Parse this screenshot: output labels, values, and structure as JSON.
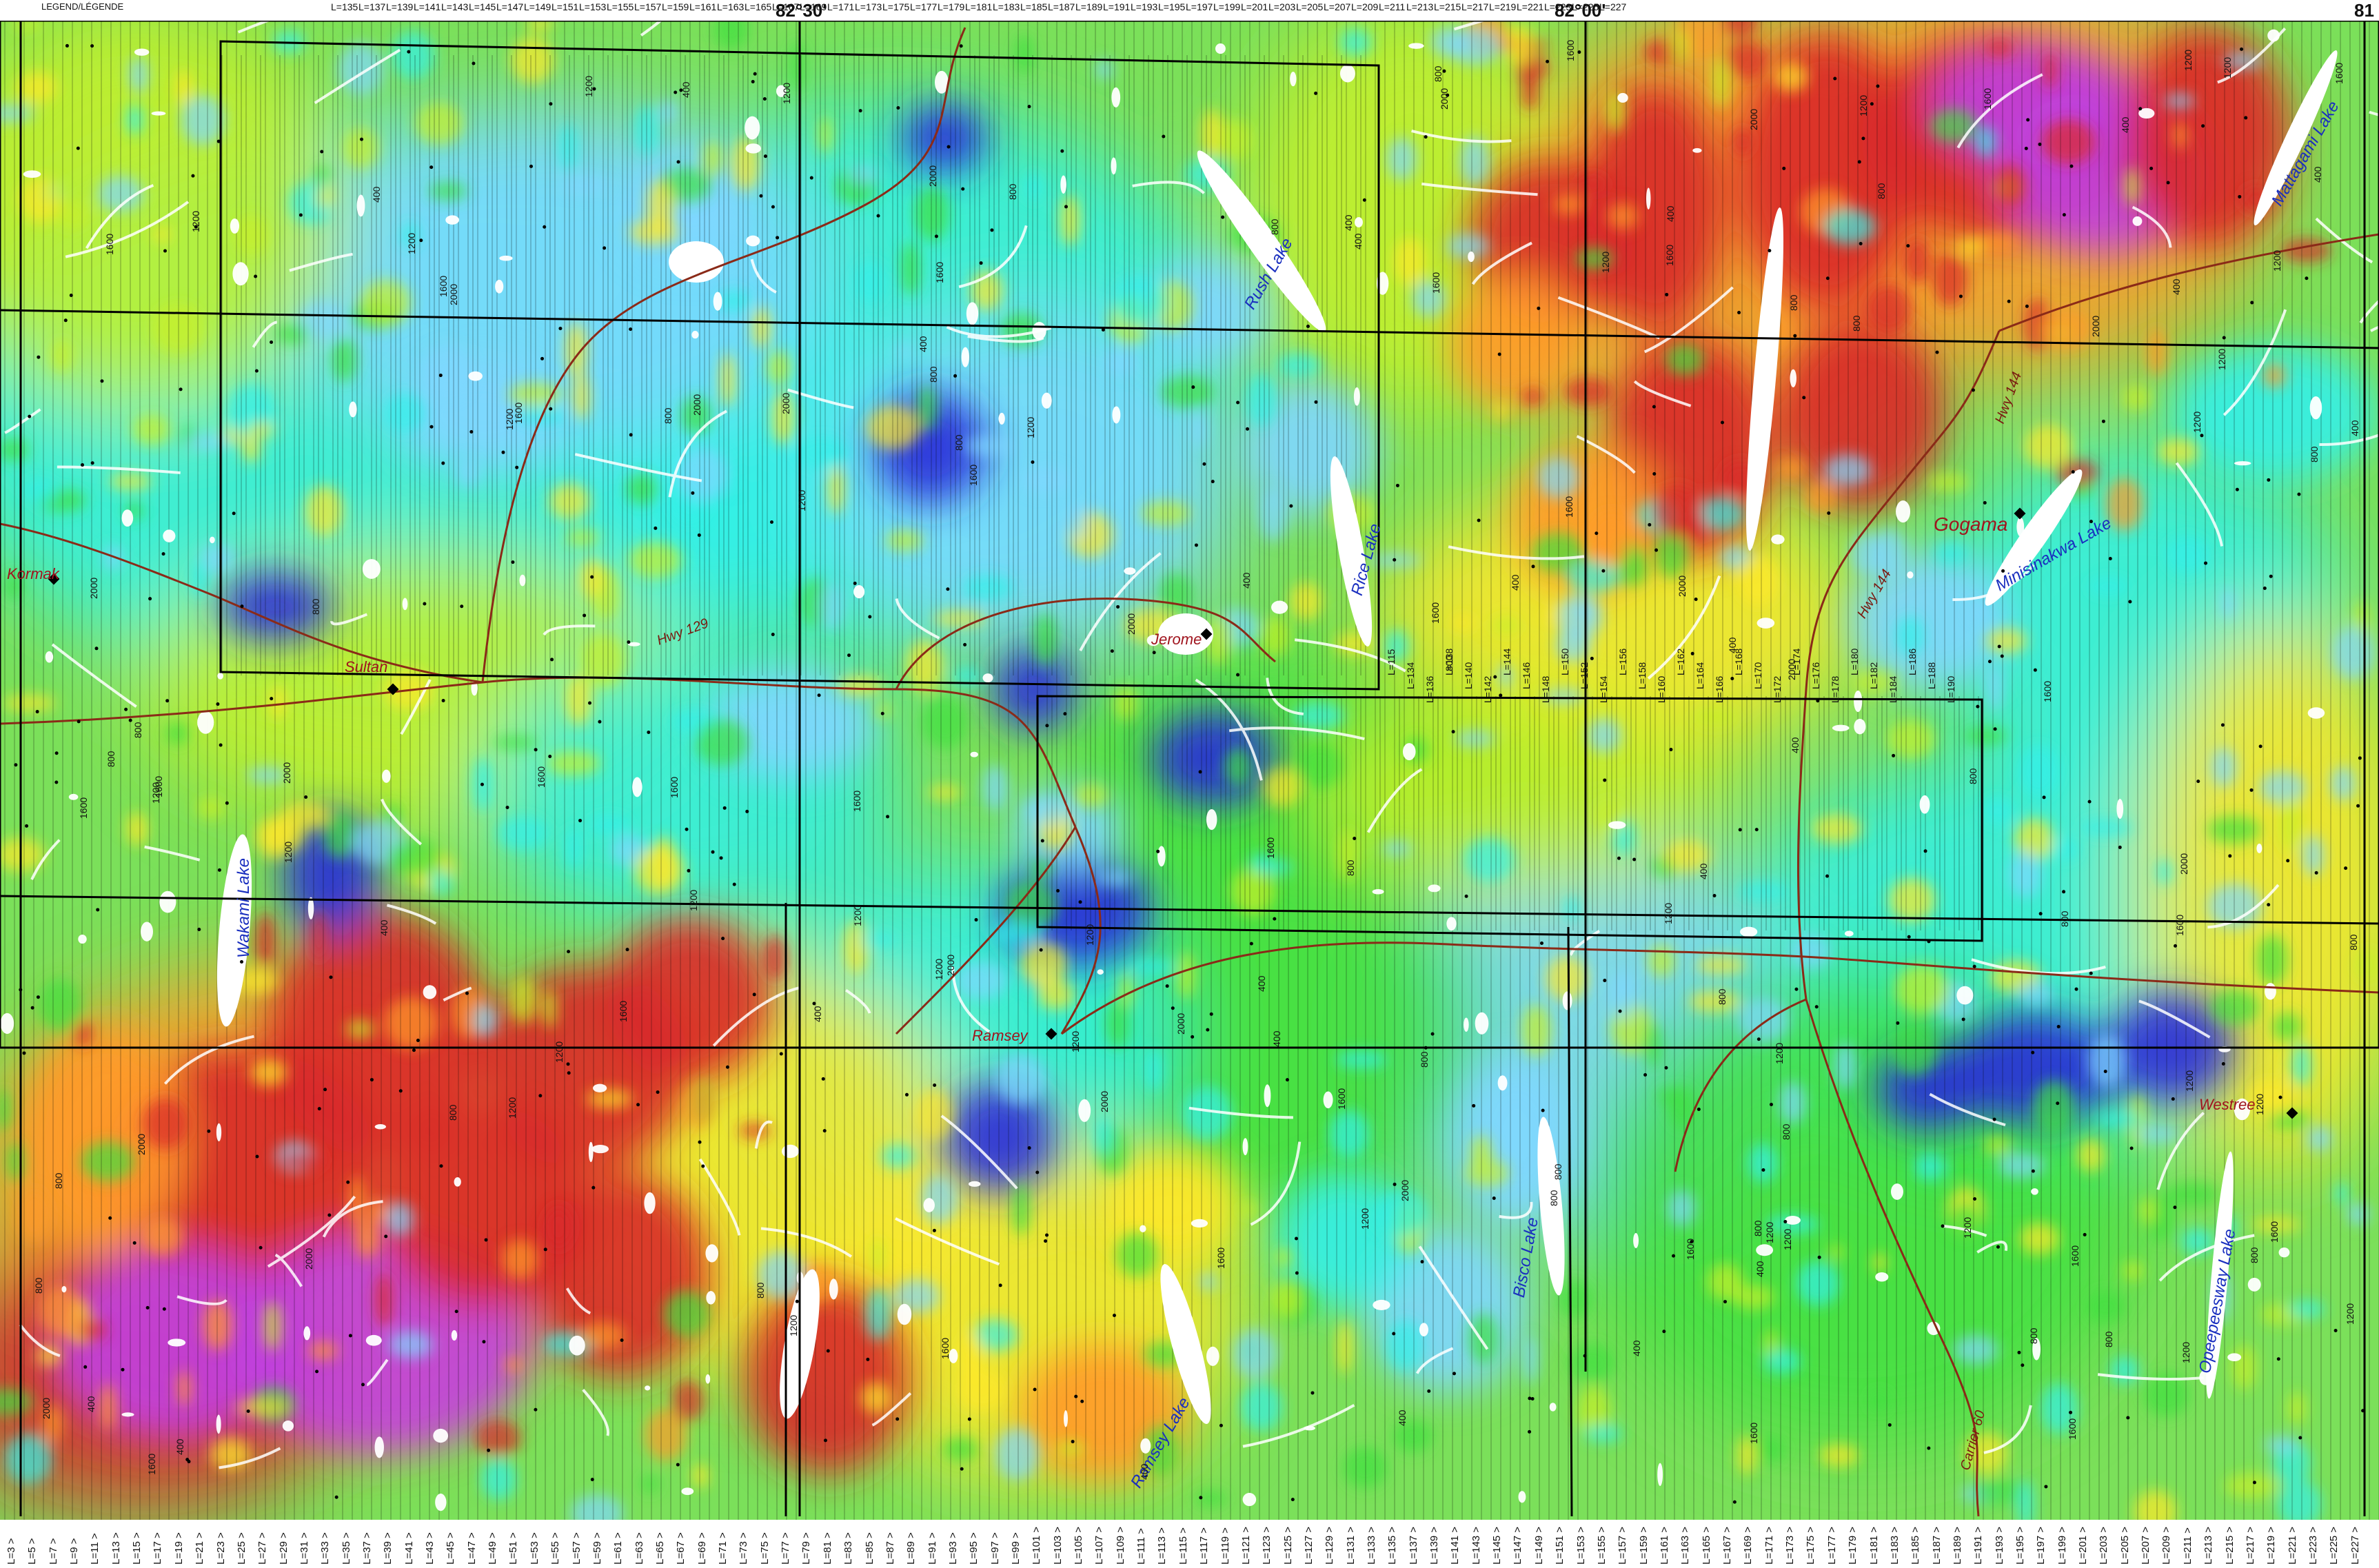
{
  "map": {
    "top_left_caption": "LEGEND/LÉGENDE",
    "corner_label": "81",
    "coordinates": [
      "82°30'",
      "82°00'"
    ],
    "places": [
      "Kormak",
      "Sultan",
      "Jerome",
      "Gogama",
      "Ramsey",
      "Westree"
    ],
    "roads": [
      "Hwy 129",
      "Hwy 144",
      "Hwy 144",
      "Carrier 60"
    ],
    "lakes": [
      "Rush Lake",
      "Rice Lake",
      "Mattagami Lake",
      "Minisinakwa Lake",
      "Wakami Lake",
      "Ramsey Lake",
      "Bisco Lake",
      "Opeepeesway Lake"
    ],
    "line_labels": [
      "L=115",
      "L=134",
      "L=136",
      "L=138",
      "L=140",
      "L=142",
      "L=144",
      "L=146",
      "L=148",
      "L=150",
      "L=152",
      "L=154",
      "L=156",
      "L=158",
      "L=160",
      "L=162",
      "L=164",
      "L=166",
      "L=168",
      "L=170",
      "L=172",
      "L=174",
      "L=176",
      "L=178",
      "L=180",
      "L=182",
      "L=184",
      "L=186",
      "L=188",
      "L=190",
      "L=135",
      "L=137",
      "L=139",
      "L=141",
      "L=143",
      "L=145",
      "L=147",
      "L=149",
      "L=151",
      "L=153",
      "L=155",
      "L=157",
      "L=159",
      "L=161",
      "L=163",
      "L=165",
      "L=167",
      "L=169",
      "L=171",
      "L=173",
      "L=175",
      "L=177",
      "L=179",
      "L=181",
      "L=183",
      "L=185",
      "L=187",
      "L=189",
      "L=191",
      "L=193",
      "L=195",
      "L=197",
      "L=199",
      "L=201",
      "L=203",
      "L=205",
      "L=207",
      "L=209",
      "L=211",
      "L=213",
      "L=215",
      "L=217",
      "L=219",
      "L=221",
      "L=223",
      "L=225",
      "L=227"
    ],
    "contour_values": [
      "400",
      "800",
      "1200",
      "1600",
      "2000"
    ],
    "bottom_ticks": [
      "L=3",
      "L=5",
      "L=7",
      "L=9",
      "L=11",
      "L=13",
      "L=15",
      "L=17",
      "L=19",
      "L=21",
      "L=23",
      "L=25",
      "L=27",
      "L=29",
      "L=31",
      "L=33",
      "L=35",
      "L=37",
      "L=39",
      "L=41",
      "L=43",
      "L=45",
      "L=47",
      "L=49",
      "L=51",
      "L=53",
      "L=55",
      "L=57",
      "L=59",
      "L=61",
      "L=63",
      "L=65",
      "L=67",
      "L=69",
      "L=71",
      "L=73",
      "L=75",
      "L=77",
      "L=79",
      "L=81",
      "L=83",
      "L=85",
      "L=87",
      "L=89",
      "L=91",
      "L=93",
      "L=95",
      "L=97",
      "L=99",
      "L=101",
      "L=103",
      "L=105",
      "L=107",
      "L=109",
      "L=111",
      "L=113",
      "L=115",
      "L=117",
      "L=119",
      "L=121",
      "L=123",
      "L=125",
      "L=127",
      "L=129",
      "L=131",
      "L=133",
      "L=135",
      "L=137",
      "L=139",
      "L=141",
      "L=143",
      "L=145",
      "L=147",
      "L=149",
      "L=151",
      "L=153",
      "L=155",
      "L=157",
      "L=159",
      "L=161",
      "L=163",
      "L=165",
      "L=167",
      "L=169",
      "L=171",
      "L=173",
      "L=175",
      "L=177",
      "L=179",
      "L=181",
      "L=183",
      "L=185",
      "L=187",
      "L=189",
      "L=191",
      "L=193",
      "L=195",
      "L=197",
      "L=199",
      "L=201",
      "L=203",
      "L=205",
      "L=207",
      "L=209",
      "L=211",
      "L=213",
      "L=215",
      "L=217",
      "L=219",
      "L=221",
      "L=223",
      "L=225",
      "L=227"
    ],
    "colors": {
      "low": "#2a2fd8",
      "low_mid": "#7fd7ff",
      "cyan": "#33f0e8",
      "green": "#40e040",
      "yellow_green": "#c8f028",
      "yellow": "#ffe82a",
      "orange": "#ff9a2a",
      "red": "#d8282a",
      "magenta": "#c040e0",
      "road": "#8a2a18",
      "grid": "#000000",
      "water": "#ffffff"
    }
  }
}
